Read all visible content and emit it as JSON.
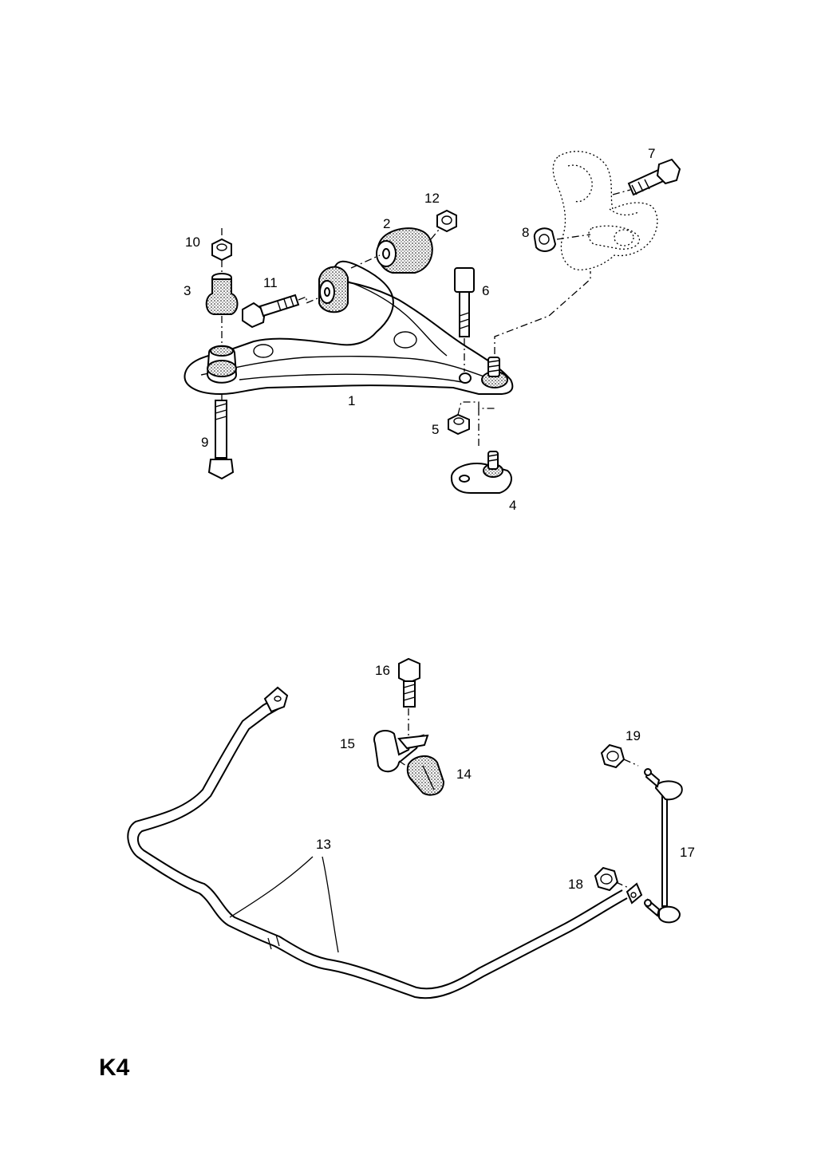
{
  "page_label": "K4",
  "callouts": [
    {
      "id": "c1",
      "text": "1"
    },
    {
      "id": "c2",
      "text": "2"
    },
    {
      "id": "c3",
      "text": "3"
    },
    {
      "id": "c4",
      "text": "4"
    },
    {
      "id": "c5",
      "text": "5"
    },
    {
      "id": "c6",
      "text": "6"
    },
    {
      "id": "c7",
      "text": "7"
    },
    {
      "id": "c8",
      "text": "8"
    },
    {
      "id": "c9",
      "text": "9"
    },
    {
      "id": "c10",
      "text": "10"
    },
    {
      "id": "c11",
      "text": "11"
    },
    {
      "id": "c12",
      "text": "12"
    },
    {
      "id": "c13",
      "text": "13"
    },
    {
      "id": "c14",
      "text": "14"
    },
    {
      "id": "c15",
      "text": "15"
    },
    {
      "id": "c16",
      "text": "16"
    },
    {
      "id": "c17",
      "text": "17"
    },
    {
      "id": "c18",
      "text": "18"
    },
    {
      "id": "c19",
      "text": "19"
    }
  ]
}
